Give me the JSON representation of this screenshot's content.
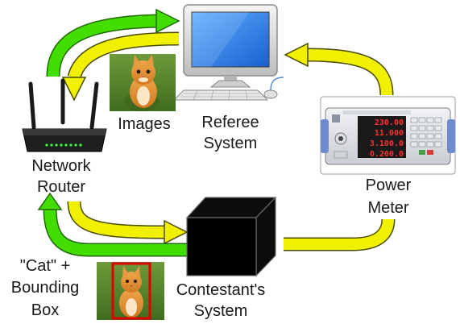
{
  "labels": {
    "images": "Images",
    "referee_line1": "Referee",
    "referee_line2": "System",
    "router_line1": "Network",
    "router_line2": "Router",
    "power_line1": "Power",
    "power_line2": "Meter",
    "cat_line1": "\"Cat\" +",
    "cat_line2": "Bounding",
    "cat_line3": "Box",
    "contestant_line1": "Contestant's",
    "contestant_line2": "System"
  },
  "power_meter_display": [
    "230.00",
    "11.000",
    "3.100.0",
    "0.200.0"
  ],
  "arrow_colors": {
    "data": "#44dd00",
    "power": "#f0f000",
    "outline": "#4a4a00",
    "data_outline": "#1f6a00"
  },
  "icons": {
    "referee": "desktop-computer-icon",
    "router": "wireless-router-icon",
    "power_meter": "power-meter-device-icon",
    "contestant": "black-box-icon",
    "image": "kitten-photo-icon"
  }
}
